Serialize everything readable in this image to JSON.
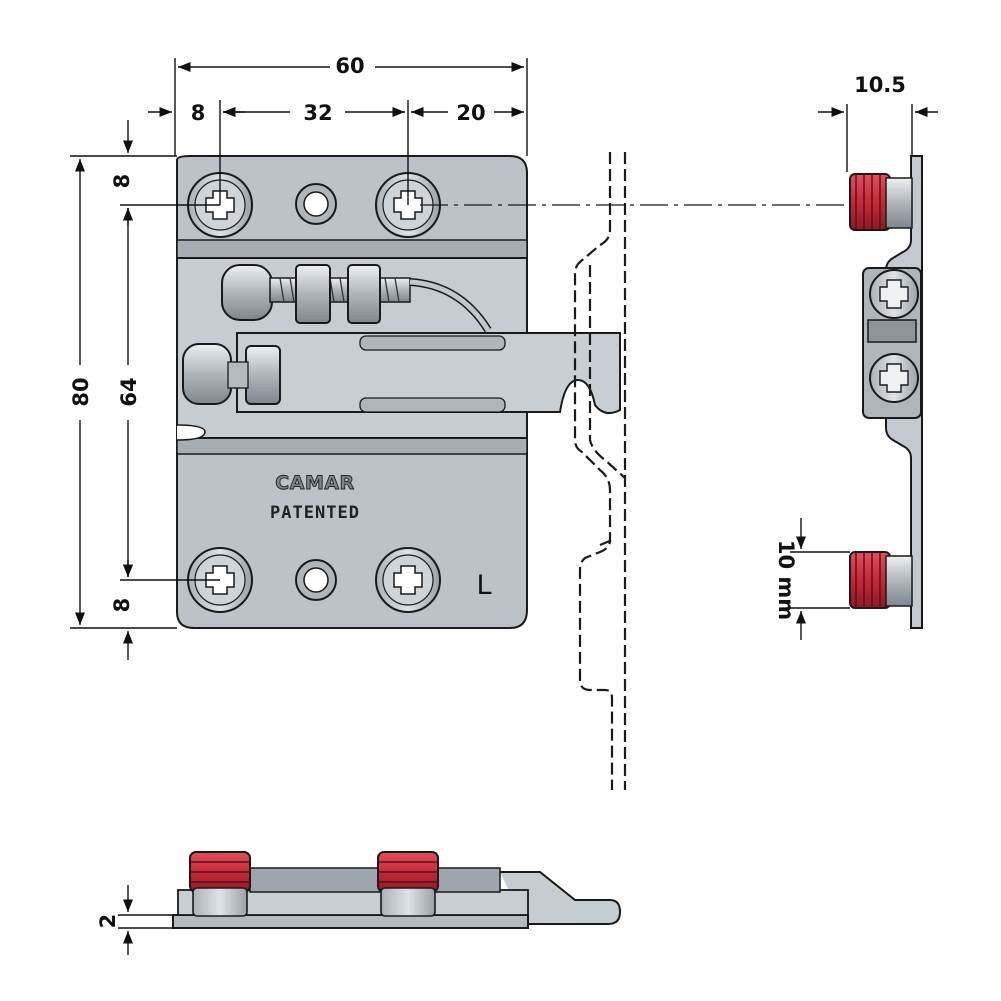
{
  "brand": "CAMAR",
  "patent_text": "PATENTED",
  "side_mark": "L",
  "dimensions": {
    "total_width": "60",
    "left_offset": "8",
    "hole_spacing": "32",
    "right_offset": "20",
    "side_depth": "10.5",
    "top_offset": "8",
    "total_height": "80",
    "hole_height": "64",
    "bottom_offset": "8",
    "thickness": "2",
    "insert_height": "10 mm"
  },
  "colors": {
    "metal": "#b9bfc5",
    "metal_light": "#e2e5e8",
    "metal_dark": "#8d949b",
    "insert_red": "#c8303c",
    "line": "#1a1a1a"
  }
}
